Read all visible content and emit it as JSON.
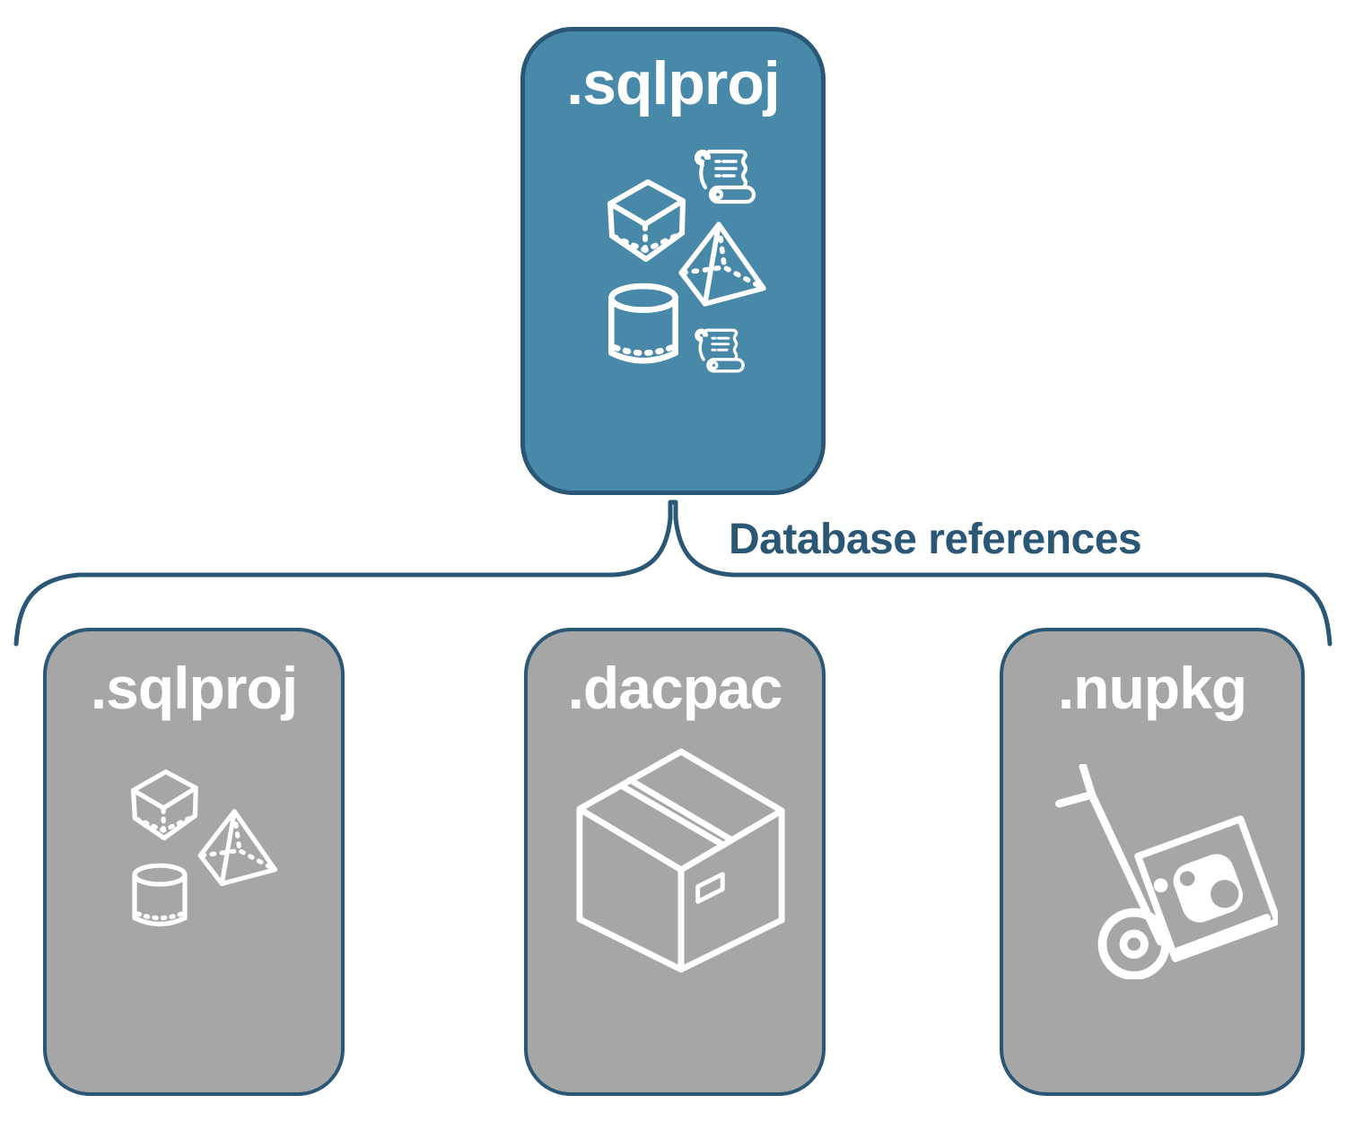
{
  "colors": {
    "background": "#ffffff",
    "root_node_fill": "#4889aa",
    "child_node_fill": "#a6a6a6",
    "node_border": "#2a5775",
    "connector_line": "#2a5775",
    "connector_label_text": "#2a5775",
    "node_label_text": "#ffffff",
    "icon_stroke": "#ffffff"
  },
  "root_node": {
    "label": ".sqlproj",
    "icons": [
      "scroll-icon",
      "cube-icon",
      "pyramid-icon",
      "cylinder-icon",
      "scroll-icon"
    ]
  },
  "connector": {
    "label": "Database references",
    "shape": "curly-brace"
  },
  "child_nodes": [
    {
      "label": ".sqlproj",
      "icons": [
        "cube-icon",
        "pyramid-icon",
        "cylinder-icon"
      ]
    },
    {
      "label": ".dacpac",
      "icons": [
        "package-box-icon"
      ]
    },
    {
      "label": ".nupkg",
      "icons": [
        "hand-truck-nuget-icon"
      ]
    }
  ]
}
